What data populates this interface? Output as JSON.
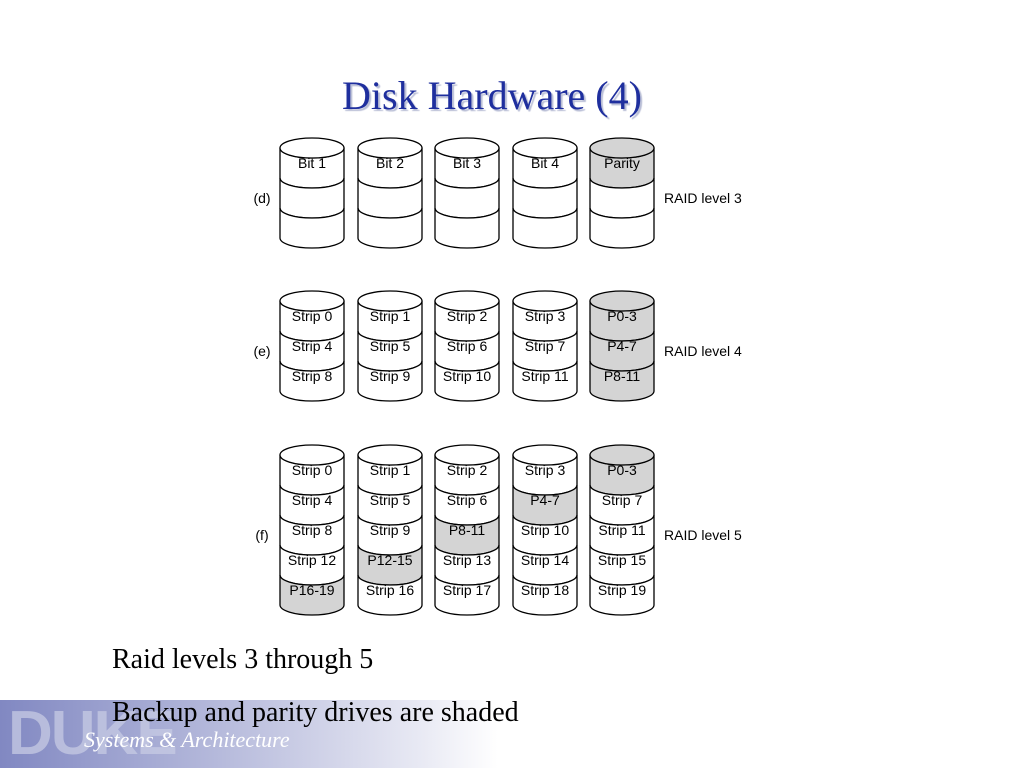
{
  "slide": {
    "title": "Disk Hardware (4)",
    "bullets": [
      "Raid levels 3 through 5",
      "Backup and parity drives are shaded"
    ],
    "footer_logo": "DUKE",
    "footer_text": "Systems & Architecture"
  },
  "colors": {
    "title": "#1f2f9e",
    "shaded": "#d4d4d4",
    "plain": "#ffffff",
    "outline": "#000000"
  },
  "raid_rows": [
    {
      "label": "(d)",
      "level": "RAID level 3",
      "disks": [
        [
          {
            "text": "Bit 1",
            "shaded": false
          },
          {
            "text": "",
            "shaded": false
          },
          {
            "text": "",
            "shaded": false
          }
        ],
        [
          {
            "text": "Bit 2",
            "shaded": false
          },
          {
            "text": "",
            "shaded": false
          },
          {
            "text": "",
            "shaded": false
          }
        ],
        [
          {
            "text": "Bit 3",
            "shaded": false
          },
          {
            "text": "",
            "shaded": false
          },
          {
            "text": "",
            "shaded": false
          }
        ],
        [
          {
            "text": "Bit 4",
            "shaded": false
          },
          {
            "text": "",
            "shaded": false
          },
          {
            "text": "",
            "shaded": false
          }
        ],
        [
          {
            "text": "Parity",
            "shaded": true
          },
          {
            "text": "",
            "shaded": false
          },
          {
            "text": "",
            "shaded": false
          }
        ]
      ]
    },
    {
      "label": "(e)",
      "level": "RAID level 4",
      "disks": [
        [
          {
            "text": "Strip 0",
            "shaded": false
          },
          {
            "text": "Strip 4",
            "shaded": false
          },
          {
            "text": "Strip 8",
            "shaded": false
          }
        ],
        [
          {
            "text": "Strip 1",
            "shaded": false
          },
          {
            "text": "Strip 5",
            "shaded": false
          },
          {
            "text": "Strip 9",
            "shaded": false
          }
        ],
        [
          {
            "text": "Strip 2",
            "shaded": false
          },
          {
            "text": "Strip 6",
            "shaded": false
          },
          {
            "text": "Strip 10",
            "shaded": false
          }
        ],
        [
          {
            "text": "Strip 3",
            "shaded": false
          },
          {
            "text": "Strip 7",
            "shaded": false
          },
          {
            "text": "Strip 11",
            "shaded": false
          }
        ],
        [
          {
            "text": "P0-3",
            "shaded": true
          },
          {
            "text": "P4-7",
            "shaded": true
          },
          {
            "text": "P8-11",
            "shaded": true
          }
        ]
      ]
    },
    {
      "label": "(f)",
      "level": "RAID level 5",
      "disks": [
        [
          {
            "text": "Strip 0",
            "shaded": false
          },
          {
            "text": "Strip 4",
            "shaded": false
          },
          {
            "text": "Strip 8",
            "shaded": false
          },
          {
            "text": "Strip 12",
            "shaded": false
          },
          {
            "text": "P16-19",
            "shaded": true
          }
        ],
        [
          {
            "text": "Strip 1",
            "shaded": false
          },
          {
            "text": "Strip 5",
            "shaded": false
          },
          {
            "text": "Strip 9",
            "shaded": false
          },
          {
            "text": "P12-15",
            "shaded": true
          },
          {
            "text": "Strip 16",
            "shaded": false
          }
        ],
        [
          {
            "text": "Strip 2",
            "shaded": false
          },
          {
            "text": "Strip 6",
            "shaded": false
          },
          {
            "text": "P8-11",
            "shaded": true
          },
          {
            "text": "Strip 13",
            "shaded": false
          },
          {
            "text": "Strip 17",
            "shaded": false
          }
        ],
        [
          {
            "text": "Strip 3",
            "shaded": false
          },
          {
            "text": "P4-7",
            "shaded": true
          },
          {
            "text": "Strip 10",
            "shaded": false
          },
          {
            "text": "Strip 14",
            "shaded": false
          },
          {
            "text": "Strip 18",
            "shaded": false
          }
        ],
        [
          {
            "text": "P0-3",
            "shaded": true
          },
          {
            "text": "Strip 7",
            "shaded": false
          },
          {
            "text": "Strip 11",
            "shaded": false
          },
          {
            "text": "Strip 15",
            "shaded": false
          },
          {
            "text": "Strip 19",
            "shaded": false
          }
        ]
      ]
    }
  ]
}
